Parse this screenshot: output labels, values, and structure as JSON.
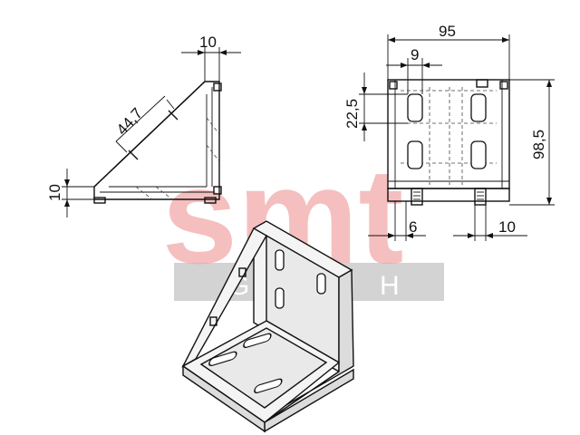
{
  "watermark": {
    "logo": "smt",
    "subtitle": "GmbH",
    "logo_color": "#f2a5a5",
    "band_color": "#bdbdbd"
  },
  "side_view": {
    "dim_width_top": "10",
    "dim_diagonal": "44,7",
    "dim_height_left": "10"
  },
  "front_view": {
    "dim_overall_width": "95",
    "dim_slot_width": "9",
    "dim_slot_spacing": "22,5",
    "dim_overall_height": "98,5",
    "dim_bottom_left": "6",
    "dim_bottom_right": "10"
  }
}
